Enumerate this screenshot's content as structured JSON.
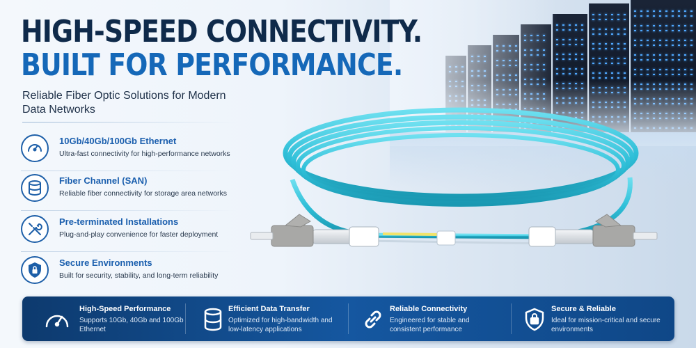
{
  "headline": {
    "line1": "HIGH-SPEED CONNECTIVITY.",
    "line2": "BUILT FOR PERFORMANCE."
  },
  "subhead": "Reliable Fiber Optic Solutions for Modern Data Networks",
  "features": [
    {
      "title": "10Gb/40Gb/100Gb Ethernet",
      "desc": "Ultra-fast connectivity for high-performance networks",
      "icon": "speedometer-icon"
    },
    {
      "title": "Fiber Channel (SAN)",
      "desc": "Reliable fiber connectivity for storage area networks",
      "icon": "database-icon"
    },
    {
      "title": "Pre-terminated Installations",
      "desc": "Plug-and-play convenience for faster deployment",
      "icon": "tools-icon"
    },
    {
      "title": "Secure Environments",
      "desc": "Built for security, stability, and long-term reliability",
      "icon": "shield-lock-icon"
    }
  ],
  "bottom_bar": [
    {
      "title": "High-Speed Performance",
      "desc": "Supports 10Gb, 40Gb and 100Gb Ethernet",
      "icon": "speedometer-icon"
    },
    {
      "title": "Efficient Data Transfer",
      "desc": "Optimized for high-bandwidth and low-latency applications",
      "icon": "database-icon"
    },
    {
      "title": "Reliable Connectivity",
      "desc": "Engineered for stable and consistent performance",
      "icon": "chain-link-icon"
    },
    {
      "title": "Secure & Reliable",
      "desc": "Ideal for mission-critical and secure environments",
      "icon": "shield-lock-icon"
    }
  ],
  "colors": {
    "navy": "#0f2a4a",
    "accent_blue": "#1568b8",
    "cable_aqua": "#35c4dc",
    "bar_dark": "#0d3a6e"
  }
}
